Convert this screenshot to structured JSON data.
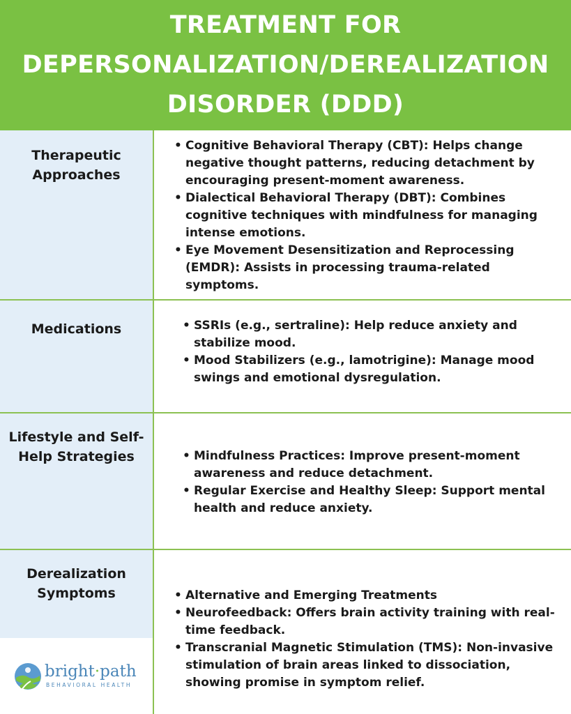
{
  "title": "TREATMENT FOR\nDEPERSONALIZATION/DEREALIZATION\nDISORDER (DDD)",
  "colors": {
    "header_green": "#7ac143",
    "left_column_blue": "#e3eef8",
    "divider_green": "#8cc152",
    "logo_blue": "#4a86b8"
  },
  "sections": [
    {
      "label": "Therapeutic\nApproaches",
      "items": [
        "Cognitive Behavioral Therapy (CBT): Helps change negative thought patterns, reducing detachment by encouraging present-moment awareness.",
        "Dialectical Behavioral Therapy (DBT): Combines cognitive techniques with mindfulness for managing intense emotions.",
        "Eye Movement Desensitization and Reprocessing (EMDR): Assists in processing trauma-related symptoms."
      ]
    },
    {
      "label": "Medications",
      "items": [
        "SSRIs (e.g., sertraline): Help reduce anxiety and stabilize mood.",
        "Mood Stabilizers (e.g., lamotrigine): Manage mood swings and emotional dysregulation."
      ]
    },
    {
      "label": "Lifestyle and Self-\nHelp Strategies",
      "items": [
        "Mindfulness Practices: Improve present-moment awareness and reduce detachment.",
        "Regular Exercise and Healthy Sleep: Support mental health and reduce anxiety."
      ]
    },
    {
      "label": "Derealization\nSymptoms",
      "items": [
        "Alternative and Emerging Treatments",
        "Neurofeedback: Offers brain activity training with real-time feedback.",
        "Transcranial Magnetic Stimulation (TMS): Non-invasive stimulation of brain areas linked to dissociation, showing promise in symptom relief."
      ]
    }
  ],
  "logo": {
    "name_part1": "bright",
    "separator": "·",
    "name_part2": "path",
    "subtitle": "BEHAVIORAL HEALTH",
    "icon": "landscape-circle-icon"
  }
}
